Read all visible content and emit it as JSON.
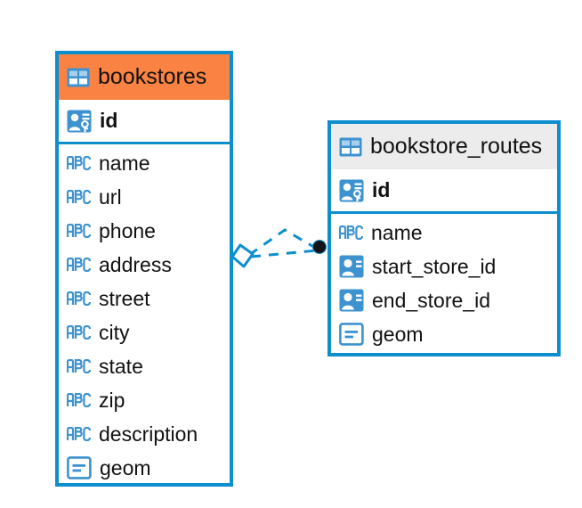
{
  "diagram": {
    "type": "entity-relationship-diagram",
    "background": "#ffffff",
    "accent_color": "#0d8ecf",
    "selected_color": "#fa8243",
    "header_plain_color": "#ececec",
    "icon_color": "#3d92d0"
  },
  "entities": [
    {
      "name": "bookstores",
      "selected": true,
      "header_icon": "table-icon",
      "primary_key": {
        "label": "id",
        "icon": "primary-key-icon"
      },
      "fields": [
        {
          "label": "name",
          "icon": "text-type-icon"
        },
        {
          "label": "url",
          "icon": "text-type-icon"
        },
        {
          "label": "phone",
          "icon": "text-type-icon"
        },
        {
          "label": "address",
          "icon": "text-type-icon"
        },
        {
          "label": "street",
          "icon": "text-type-icon"
        },
        {
          "label": "city",
          "icon": "text-type-icon"
        },
        {
          "label": "state",
          "icon": "text-type-icon"
        },
        {
          "label": "zip",
          "icon": "text-type-icon"
        },
        {
          "label": "description",
          "icon": "text-type-icon"
        },
        {
          "label": "geom",
          "icon": "geometry-type-icon"
        }
      ]
    },
    {
      "name": "bookstore_routes",
      "selected": false,
      "header_icon": "table-icon",
      "primary_key": {
        "label": "id",
        "icon": "primary-key-icon"
      },
      "fields": [
        {
          "label": "name",
          "icon": "text-type-icon"
        },
        {
          "label": "start_store_id",
          "icon": "foreign-key-icon"
        },
        {
          "label": "end_store_id",
          "icon": "foreign-key-icon"
        },
        {
          "label": "geom",
          "icon": "geometry-type-icon"
        }
      ]
    }
  ],
  "relationship": {
    "from_entity": "bookstores",
    "to_entity": "bookstore_routes",
    "line_style": "dashed",
    "line_color": "#0d8ecf",
    "source_marker": "diamond-marker",
    "target_marker": "filled-circle-marker"
  }
}
